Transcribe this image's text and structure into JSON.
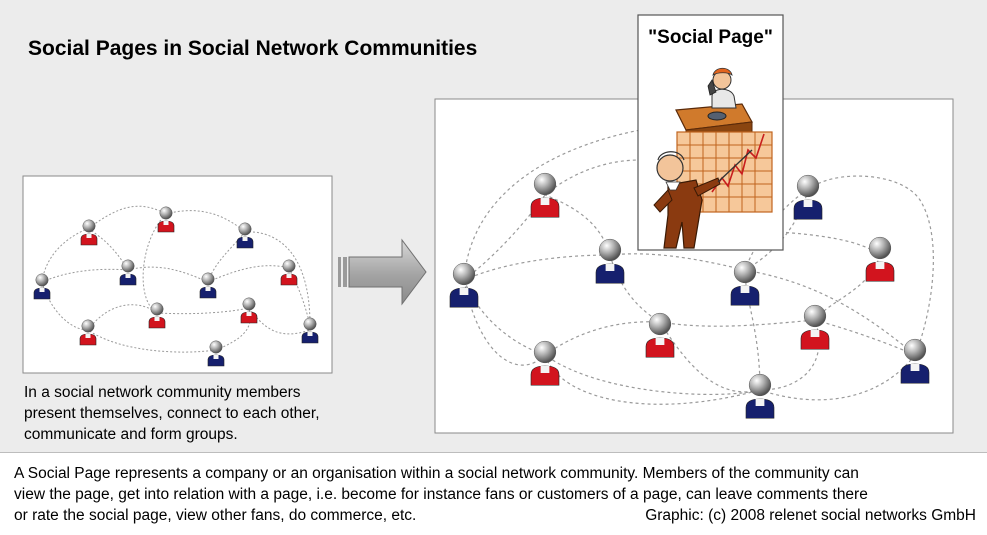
{
  "title": "Social Pages in Social Network Communities",
  "caption_lines": [
    "In a social network community members",
    "present themselves, connect to each other,",
    "communicate and form groups."
  ],
  "social_page_label": "\"Social Page\"",
  "footer_lines": [
    "A Social Page represents a company or an organisation within a social network community. Members of the community can",
    "view the page, get into relation with a page, i.e. become for instance fans or customers of a page, can leave comments there",
    "or rate the social page, view other fans, do commerce, etc."
  ],
  "credit": "Graphic: (c) 2008 relenet social networks GmbH",
  "colors": {
    "background": "#ececec",
    "member_red": "#d2141e",
    "member_blue": "#16206e",
    "member_head": "#a8a8a8",
    "arrow": "#a0a0a0",
    "link_dash": "#9a9a9a"
  }
}
